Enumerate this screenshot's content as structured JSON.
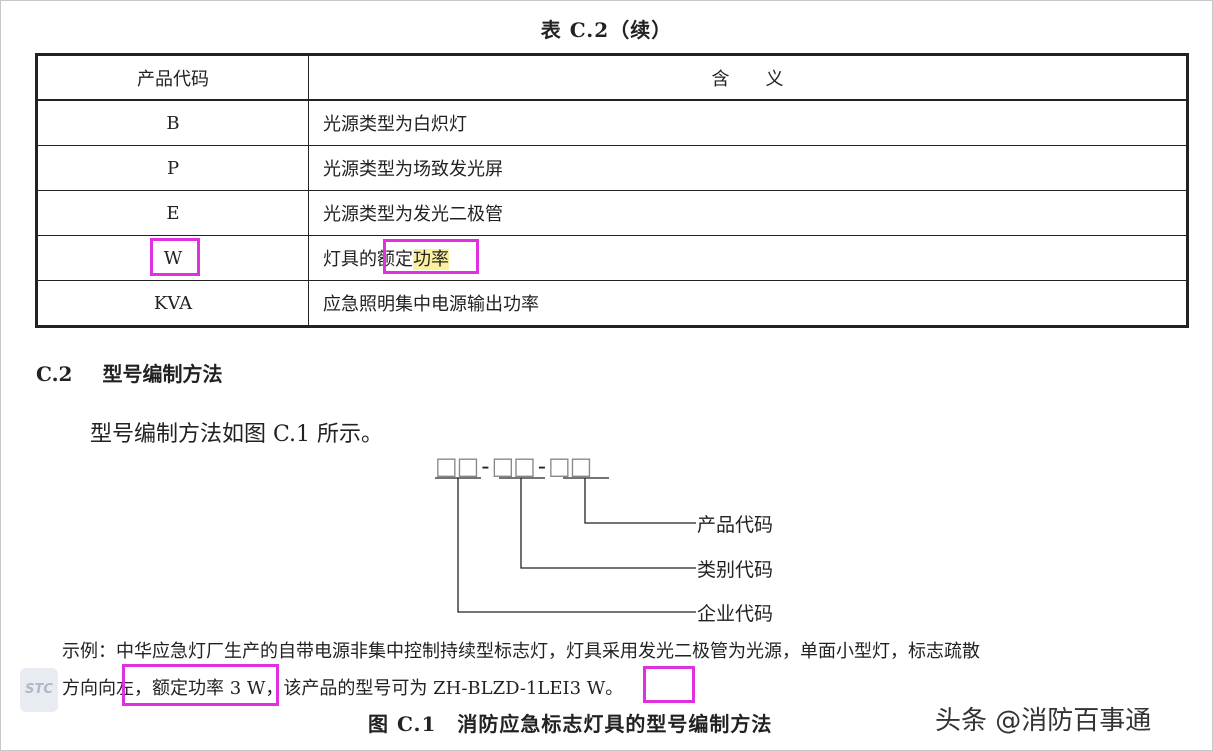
{
  "table_title": "表 C.2（续）",
  "table": {
    "headers": [
      "产品代码",
      "含　　义"
    ],
    "rows": [
      {
        "code": "B",
        "meaning": "光源类型为白炽灯"
      },
      {
        "code": "P",
        "meaning": "光源类型为场致发光屏"
      },
      {
        "code": "E",
        "meaning": "光源类型为发光二极管"
      },
      {
        "code": "W",
        "meaning_pre": "灯具的",
        "meaning_a": "额定",
        "meaning_b": "功率"
      },
      {
        "code": "KVA",
        "meaning": "应急照明集中电源输出功率"
      }
    ]
  },
  "section": {
    "number": "C.2",
    "title": "型号编制方法"
  },
  "paragraph": "型号编制方法如图 C.1 所示。",
  "diagram": {
    "pattern": [
      "□□",
      "-",
      "□□",
      "-",
      "□□"
    ],
    "labels": [
      "产品代码",
      "类别代码",
      "企业代码"
    ]
  },
  "example": {
    "line1": "示例：中华应急灯厂生产的自带电源非集中控制持续型标志灯，灯具采用发光二极管为光源，单面小型灯，标志疏散",
    "line2_a": "方向向左",
    "line2_b": "，额定功率 3 W",
    "line2_c": "，该产品的型号可为 ZH-BLZD-1LEⅠ",
    "line2_d": "3 W",
    "line2_e": "。"
  },
  "figure_caption": "图 C.1　消防应急标志灯具的型号编制方法",
  "watermark": "头条 @消防百事通",
  "logo_text": "STC",
  "colors": {
    "annotation_box": "#e030e0",
    "highlight": "#fbf0a0"
  }
}
